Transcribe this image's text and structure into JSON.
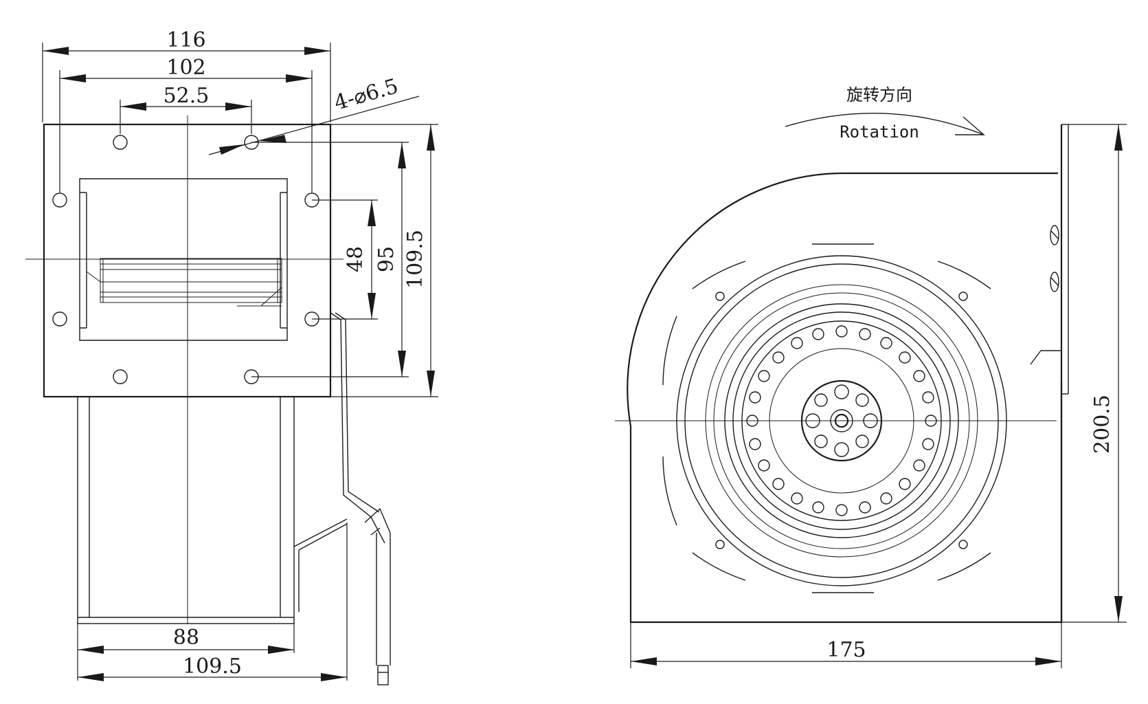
{
  "side_view": {
    "dims": {
      "flange_width": "116",
      "hole_spacing_outer": "102",
      "hole_spacing_inner": "52.5",
      "hole_callout": "4-⌀6.5",
      "vertical_inner": "48",
      "vertical_mid": "95",
      "vertical_outer": "109.5",
      "housing_width": "88",
      "overall_depth": "109.5"
    }
  },
  "front_view": {
    "rotation_label_cn": "旋转方向",
    "rotation_label_en": "Rotation",
    "dims": {
      "height": "200.5",
      "width": "175"
    }
  }
}
